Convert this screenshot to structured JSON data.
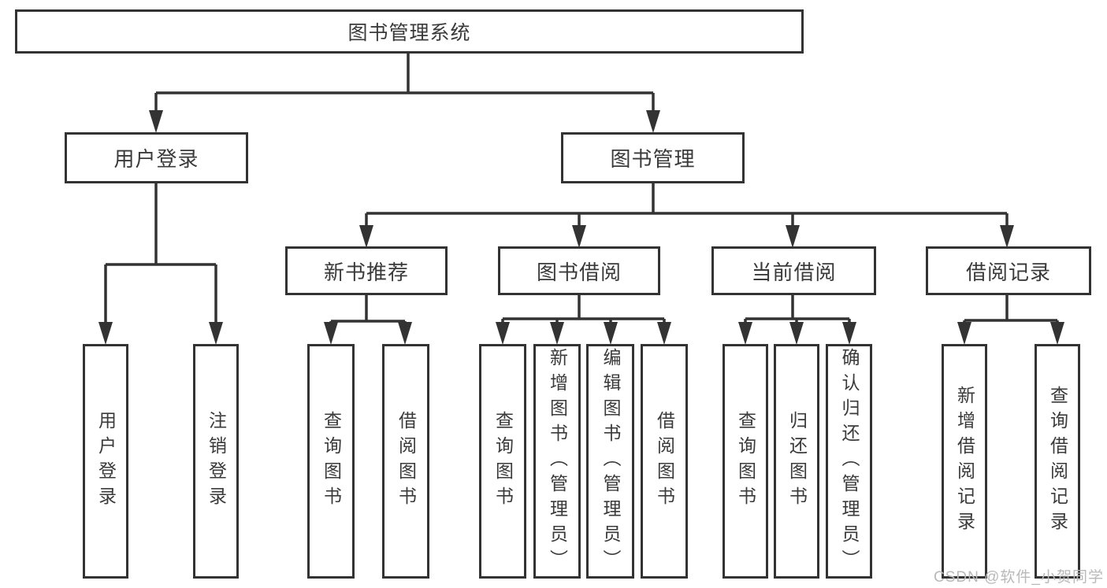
{
  "diagram": {
    "title": "图书管理系统",
    "root": "图书管理系统",
    "branches": [
      {
        "label": "用户登录",
        "children": [
          "用户登录",
          "注销登录"
        ]
      },
      {
        "label": "图书管理",
        "sections": [
          {
            "label": "新书推荐",
            "children": [
              "查询图书",
              "借阅图书"
            ]
          },
          {
            "label": "图书借阅",
            "children": [
              "查询图书",
              "新增图书（管理员）",
              "编辑图书（管理员）",
              "借阅图书"
            ]
          },
          {
            "label": "当前借阅",
            "children": [
              "查询图书",
              "归还图书",
              "确认归还（管理员）"
            ]
          },
          {
            "label": "借阅记录",
            "children": [
              "新增借阅记录",
              "查询借阅记录"
            ]
          }
        ]
      }
    ]
  },
  "watermark": "CSDN @软件_小贺同学",
  "colors": {
    "line": "#333333",
    "box_border": "#333333",
    "text": "#3a3a3a",
    "watermark": "#b9b9b9",
    "background": "#ffffff"
  }
}
